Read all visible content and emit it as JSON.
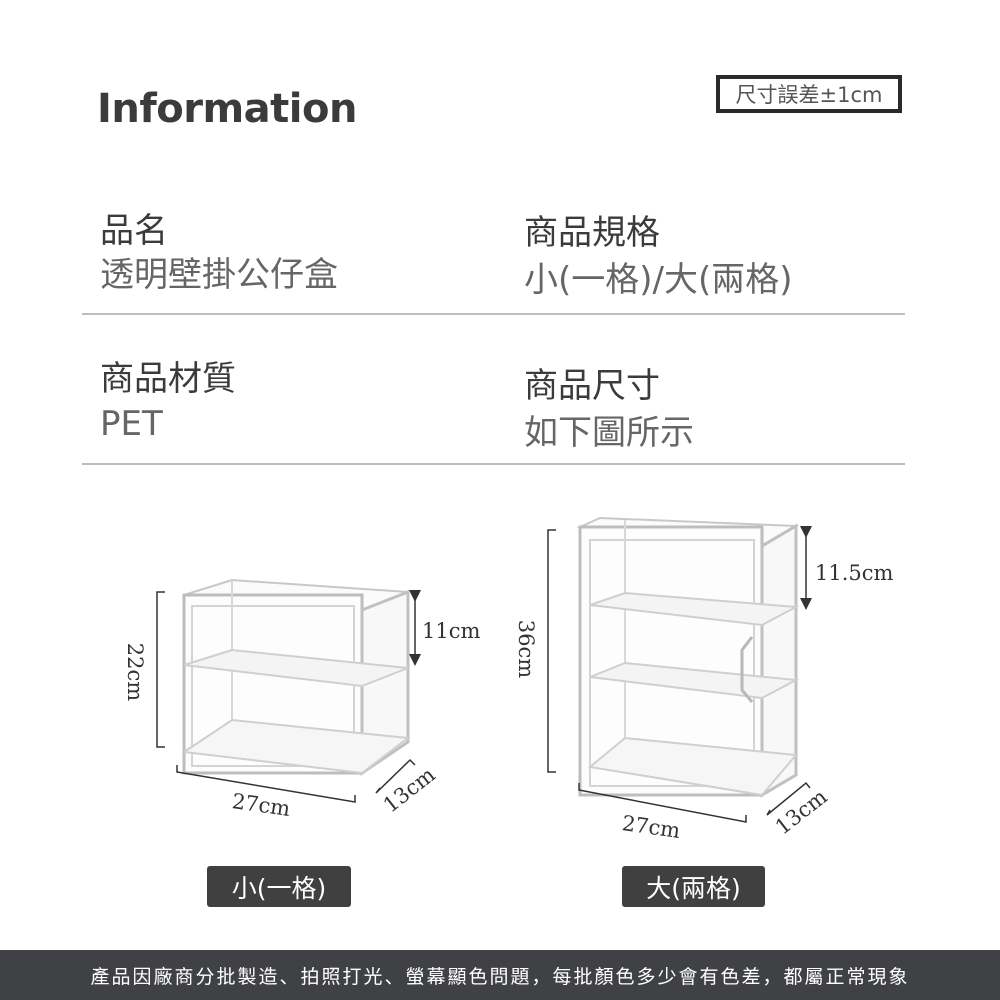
{
  "header": {
    "title": "Information",
    "tolerance_note": "尺寸誤差±1cm"
  },
  "info": {
    "product_name": {
      "label": "品名",
      "value": "透明壁掛公仔盒"
    },
    "spec": {
      "label": "商品規格",
      "value": "小(一格)/大(兩格)"
    },
    "material": {
      "label": "商品材質",
      "value": "PET"
    },
    "size": {
      "label": "商品尺寸",
      "value": "如下圖所示"
    }
  },
  "diagrams": {
    "small": {
      "tag": "小(一格)",
      "height": "22cm",
      "width": "27cm",
      "depth": "13cm",
      "compartment_height": "11cm"
    },
    "large": {
      "tag": "大(兩格)",
      "height": "36cm",
      "width": "27cm",
      "depth": "13cm",
      "compartment_height": "11.5cm"
    }
  },
  "colors": {
    "text_dark": "#3b3b3b",
    "text_value": "#666666",
    "divider": "#bdbdbd",
    "tag_bg": "#404040",
    "footer_bg": "#404145"
  },
  "footer": {
    "disclaimer": "產品因廠商分批製造、拍照打光、螢幕顯色問題，每批顏色多少會有色差，都屬正常現象"
  }
}
